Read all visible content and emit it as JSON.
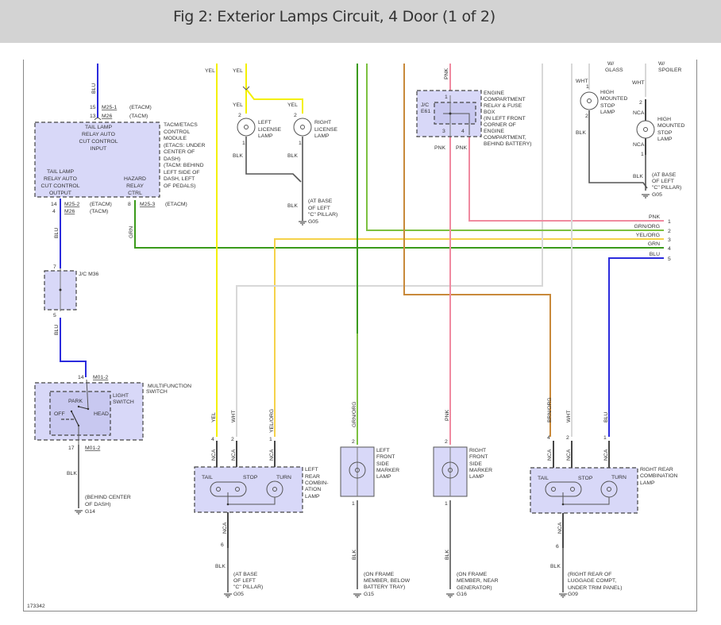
{
  "title": "Fig 2: Exterior Lamps Circuit, 4 Door (1 of 2)",
  "figure_id": "173342",
  "colors": {
    "BLU": "#2b2bdd",
    "YEL": "#f4f000",
    "GRN": "#3a9a1a",
    "GRN_ORG": "#7cc040",
    "YEL_ORG": "#f5d24a",
    "PNK": "#f08aa0",
    "WHT": "#d8d8d8",
    "BRN_ORG": "#c8893a",
    "BLK": "#555555",
    "module_fill": "#d8d8f8"
  },
  "modules": {
    "tacm": {
      "input_label": [
        "TAIL LAMP",
        "RELAY AUTO",
        "CUT CONTROL",
        "INPUT"
      ],
      "output_label": [
        "TAIL LAMP",
        "RELAY AUTO",
        "CUT CONTROL",
        "OUTPUT"
      ],
      "hazard_label": [
        "HAZARD",
        "RELAY",
        "CTRL"
      ],
      "description": [
        "TACM/ETACS",
        "CONTROL",
        "MODULE",
        "(ETACS: UNDER",
        "CENTER OF",
        "DASH)",
        "(TACM: BEHIND",
        "LEFT SIDE OF",
        "DASH, LEFT",
        "OF PEDALS)"
      ],
      "top_pins": [
        {
          "pin": "15",
          "conn": "M25-1",
          "variant": "(ETACM)"
        },
        {
          "pin": "13",
          "conn": "M26",
          "variant": "(TACM)"
        }
      ],
      "bottom_pins": [
        {
          "pin": "14",
          "conn": "M25-2",
          "variant": "(ETACM)"
        },
        {
          "pin": "4",
          "conn": "M26",
          "variant": "(TACM)"
        }
      ],
      "hazard_pin": {
        "pin": "8",
        "conn": "M25-3",
        "variant": "(ETACM)"
      }
    },
    "jc_m36": {
      "label": "J/C M36",
      "pin_top": "7",
      "pin_bottom": "5"
    },
    "multifunction": {
      "label": [
        "MULTIFUNCTION",
        "SWITCH"
      ],
      "inner_label": [
        "LIGHT",
        "SWITCH"
      ],
      "positions": [
        "PARK",
        "OFF",
        "HEAD"
      ],
      "pin_top": {
        "pin": "14",
        "conn": "M01-2"
      },
      "pin_bottom": {
        "pin": "17",
        "conn": "M01-2"
      },
      "ground": {
        "wire": "BLK",
        "location": [
          "(BEHIND CENTER",
          "OF DASH)"
        ],
        "id": "G14"
      }
    },
    "jc_e61": {
      "label": [
        "J/C",
        "E61"
      ],
      "description": [
        "ENGINE",
        "COMPARTMENT",
        "RELAY & FUSE",
        "BOX",
        "(IN LEFT FRONT",
        "CORNER OF",
        "ENGINE",
        "COMPARTMENT,",
        "BEHIND BATTERY)"
      ],
      "pins": [
        "1",
        "3",
        "4"
      ]
    }
  },
  "wires": {
    "blu": "BLU",
    "grn": "GRN",
    "yel": "YEL",
    "pnk": "PNK",
    "blk": "BLK",
    "wht": "WHT",
    "nca": "NCA",
    "yel_org": "YEL/ORG",
    "grn_org": "GRN/ORG",
    "brn_org": "BRN/ORG"
  },
  "license_lamps": {
    "left": {
      "label": [
        "LEFT",
        "LICENSE",
        "LAMP"
      ],
      "pin_top": "2",
      "pin_bottom": "1"
    },
    "right": {
      "label": [
        "RIGHT",
        "LICENSE",
        "LAMP"
      ],
      "pin_top": "2",
      "pin_bottom": "1"
    },
    "ground": {
      "location": [
        "(AT BASE",
        "OF LEFT",
        "\"C\" PILLAR)"
      ],
      "id": "G05"
    }
  },
  "high_mount": {
    "glass_label": [
      "W/",
      "GLASS"
    ],
    "spoiler_label": [
      "W/",
      "SPOILER"
    ],
    "glass_lamp": {
      "label": [
        "HIGH",
        "MOUNTED",
        "STOP",
        "LAMP"
      ],
      "pin_top": "1",
      "pin_bottom": "2"
    },
    "spoiler_lamp": {
      "label": [
        "HIGH",
        "MOUNTED",
        "STOP",
        "LAMP"
      ],
      "pin_top": "2",
      "pin_bottom": "1"
    },
    "ground": {
      "location": [
        "(AT BASE",
        "OF LEFT",
        "\"C\" PILLAR)"
      ],
      "id": "G05"
    }
  },
  "continuation": [
    {
      "wire": "PNK",
      "num": "1"
    },
    {
      "wire": "GRN/ORG",
      "num": "2"
    },
    {
      "wire": "YEL/ORG",
      "num": "3"
    },
    {
      "wire": "GRN",
      "num": "4"
    },
    {
      "wire": "BLU",
      "num": "5"
    }
  ],
  "left_rear": {
    "label": [
      "LEFT",
      "REAR",
      "COMBIN-",
      "ATION",
      "LAMP"
    ],
    "tail": "TAIL",
    "stop": "STOP",
    "turn": "TURN",
    "pins": [
      "4",
      "2",
      "1"
    ],
    "ground_pin": "6",
    "ground": {
      "location": [
        "(AT BASE",
        "OF LEFT",
        "\"C\" PILLAR)"
      ],
      "id": "G05"
    }
  },
  "left_front_marker": {
    "label": [
      "LEFT",
      "FRONT",
      "SIDE",
      "MARKER",
      "LAMP"
    ],
    "pin_top": "2",
    "pin_bottom": "1",
    "ground": {
      "location": [
        "(ON FRAME",
        "MEMBER, BELOW",
        "BATTERY TRAY)"
      ],
      "id": "G15"
    }
  },
  "right_front_marker": {
    "label": [
      "RIGHT",
      "FRONT",
      "SIDE",
      "MARKER",
      "LAMP"
    ],
    "pin_top": "2",
    "pin_bottom": "1",
    "ground": {
      "location": [
        "(ON FRAME",
        "MEMBER, NEAR",
        "GENERATOR)"
      ],
      "id": "G16"
    }
  },
  "right_rear": {
    "label": [
      "RIGHT REAR",
      "COMBINATION",
      "LAMP"
    ],
    "tail": "TAIL",
    "stop": "STOP",
    "turn": "TURN",
    "pins": [
      "4",
      "2",
      "1"
    ],
    "ground_pin": "6",
    "ground": {
      "location": [
        "(RIGHT REAR OF",
        "LUGGAGE COMPT,",
        "UNDER TRIM PANEL)"
      ],
      "id": "G09"
    }
  }
}
